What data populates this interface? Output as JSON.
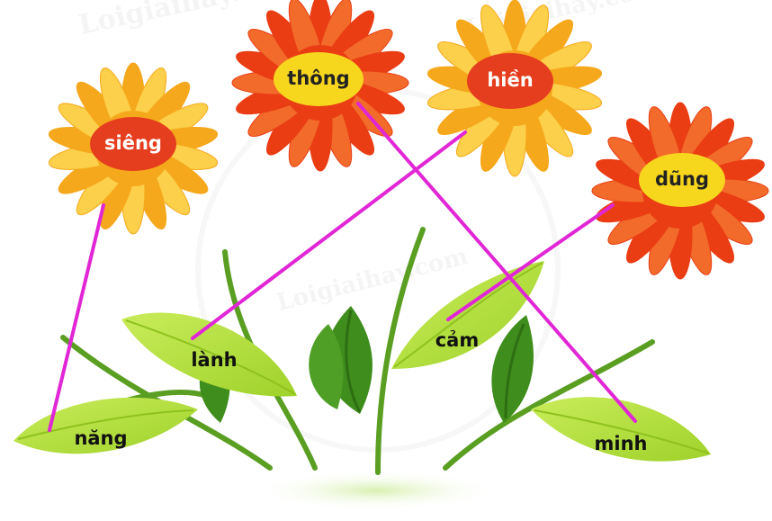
{
  "watermark": {
    "text": "Loigiaihay.com"
  },
  "flowers": [
    {
      "id": "sieng",
      "label": "siêng",
      "center_color": "#e53e1e",
      "text_color": "#ffffff",
      "petal_color": "#f6a81c",
      "petal_light": "#fcd04a"
    },
    {
      "id": "thong",
      "label": "thông",
      "center_color": "#f7d61e",
      "text_color": "#222222",
      "petal_color": "#ea3d14",
      "petal_light": "#f26b2a"
    },
    {
      "id": "hien",
      "label": "hiền",
      "center_color": "#e53e1e",
      "text_color": "#ffffff",
      "petal_color": "#f6a81c",
      "petal_light": "#fcd04a"
    },
    {
      "id": "dung",
      "label": "dũng",
      "center_color": "#f7d61e",
      "text_color": "#222222",
      "petal_color": "#ea3d14",
      "petal_light": "#f26b2a"
    }
  ],
  "leaves": [
    {
      "id": "nang",
      "label": "năng"
    },
    {
      "id": "lanh",
      "label": "lành"
    },
    {
      "id": "cam",
      "label": "cảm"
    },
    {
      "id": "minh",
      "label": "minh"
    }
  ],
  "connections": [
    {
      "from": "siêng",
      "to": "năng"
    },
    {
      "from": "thông",
      "to": "minh"
    },
    {
      "from": "hiền",
      "to": "lành"
    },
    {
      "from": "dũng",
      "to": "cảm"
    }
  ],
  "colors": {
    "line": "#e126d6",
    "leaf": "#b5e23c",
    "leaf_dark": "#8fc21e",
    "stem": "#5a9e22",
    "bud": "#3f8d1c",
    "ground": "#e4f5c8"
  }
}
